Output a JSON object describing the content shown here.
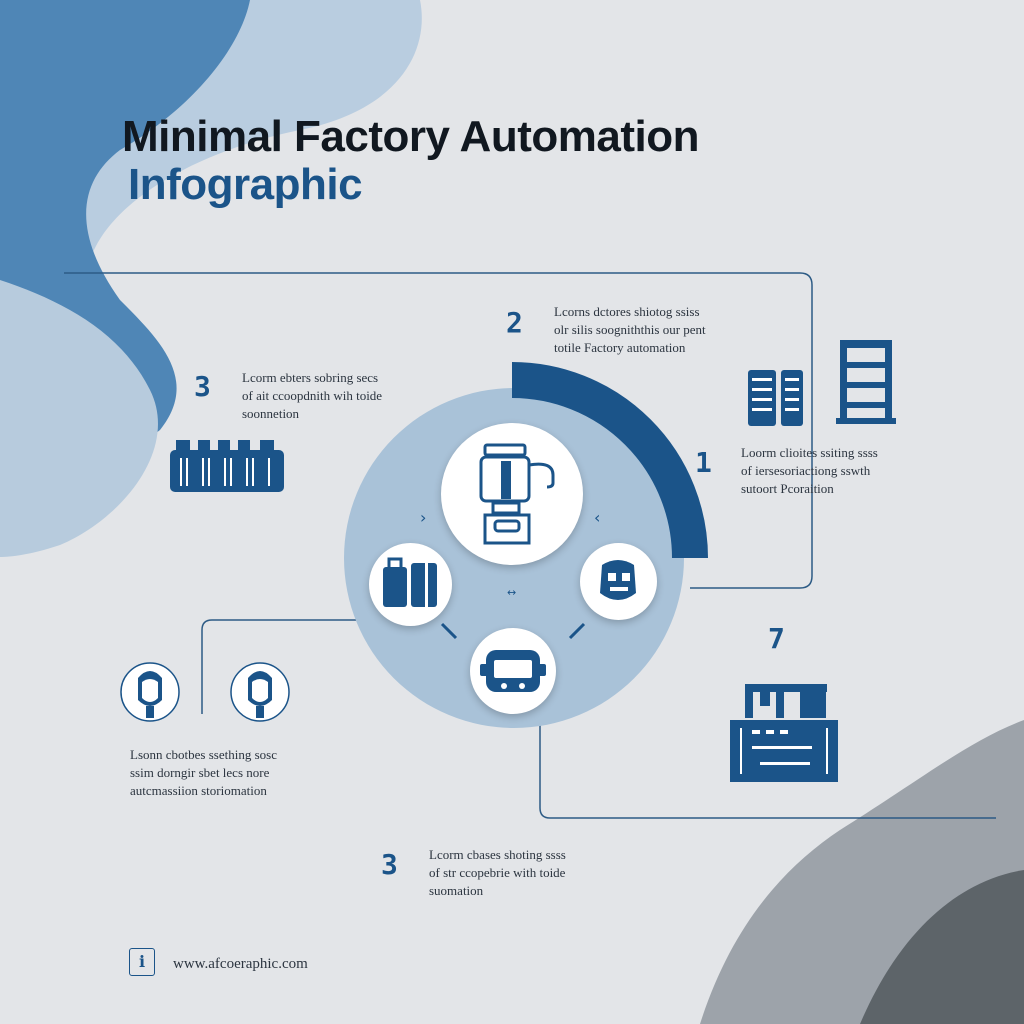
{
  "title": {
    "line1": "Minimal Factory Automation",
    "line2": "Infographic"
  },
  "steps": [
    {
      "number": "2",
      "lines": [
        "Lcorns dctores shiotog ssiss",
        "olr silis soogniththis our pent",
        "totile Factory automation"
      ]
    },
    {
      "number": "3",
      "lines": [
        "Lcorm ebters sobring secs",
        "of ait ccoopdnith wih toide",
        "soonnetion"
      ]
    },
    {
      "number": "1",
      "lines": [
        "Loorm clioites ssiting ssss",
        "of iersesoriactiong sswth",
        "sutoort Pcoraition"
      ]
    },
    {
      "number": "7",
      "lines": []
    },
    {
      "number": "",
      "lines": [
        "Lsonn cbotbes ssething sosc",
        "ssim dorngir sbet lecs nore",
        "autcmassiion storiomation"
      ]
    },
    {
      "number": "3",
      "lines": [
        "Lcorm cbases shoting ssss",
        "of str ccopebrie with toide",
        "suomation"
      ]
    }
  ],
  "icons": {
    "center": "machine-robot-icon",
    "left": "storage-tanks-icon",
    "right": "robot-head-icon",
    "bottom": "control-panel-icon",
    "top_right_1": "server-rack-icon",
    "top_right_2": "ladder-rack-icon",
    "left_top": "conveyor-machine-icon",
    "person_1": "engineer-avatar-icon",
    "person_2": "operator-avatar-icon",
    "bottom_right": "factory-machine-icon",
    "footer": "info-icon"
  },
  "footer": {
    "icon_glyph": "i",
    "url": "www.afcoeraphic.com"
  },
  "colors": {
    "primary": "#1b5489",
    "light_blue": "#a9c2d8",
    "title_dark": "#111820",
    "background": "#e3e5e8",
    "gray_blob": "#9da3aa",
    "dark_gray_blob": "#5d6469"
  }
}
